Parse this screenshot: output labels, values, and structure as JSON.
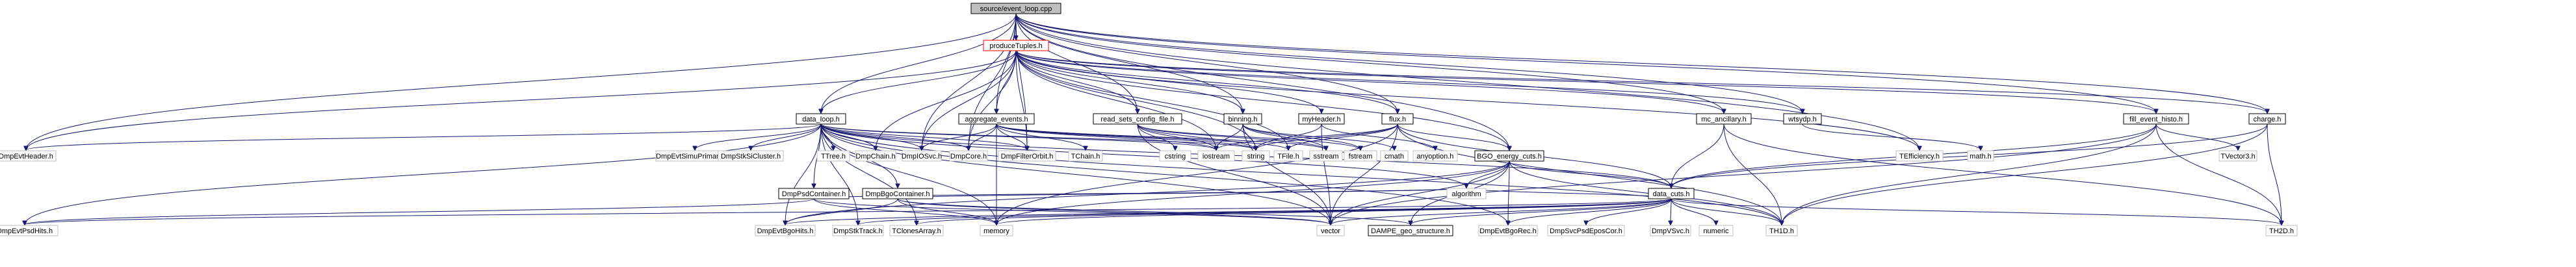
{
  "graph": {
    "root": "root",
    "nodes": [
      {
        "id": "root",
        "label": "source/event_loop.cpp",
        "style": "root"
      },
      {
        "id": "produceTuples",
        "label": "produceTuples.h",
        "style": "red"
      },
      {
        "id": "data_loop",
        "label": "data_loop.h"
      },
      {
        "id": "aggregate",
        "label": "aggregate_events.h"
      },
      {
        "id": "read_sets",
        "label": "read_sets_config_file.h"
      },
      {
        "id": "binning",
        "label": "binning.h"
      },
      {
        "id": "myHeader",
        "label": "myHeader.h"
      },
      {
        "id": "flux",
        "label": "flux.h"
      },
      {
        "id": "mc_ancillary",
        "label": "mc_ancillary.h"
      },
      {
        "id": "wtsydp",
        "label": "wtsydp.h"
      },
      {
        "id": "fill_event_histo",
        "label": "fill_event_histo.h"
      },
      {
        "id": "charge",
        "label": "charge.h"
      },
      {
        "id": "bgo_energy_cuts",
        "label": "BGO_energy_cuts.h"
      },
      {
        "id": "data_cuts",
        "label": "data_cuts.h"
      },
      {
        "id": "DmpPsdContainer",
        "label": "DmpPsdContainer.h"
      },
      {
        "id": "DmpBgoContainer",
        "label": "DmpBgoContainer.h"
      },
      {
        "id": "DmpEvtHeader",
        "label": "DmpEvtHeader.h",
        "style": "gray"
      },
      {
        "id": "DmpEvtSimuPrimaries",
        "label": "DmpEvtSimuPrimaries.h",
        "style": "gray"
      },
      {
        "id": "DmpStkSiCluster",
        "label": "DmpStkSiCluster.h",
        "style": "gray"
      },
      {
        "id": "TTree",
        "label": "TTree.h",
        "style": "gray"
      },
      {
        "id": "DmpChain",
        "label": "DmpChain.h",
        "style": "gray"
      },
      {
        "id": "DmpIOSvc",
        "label": "DmpIOSvc.h",
        "style": "gray"
      },
      {
        "id": "DmpCore",
        "label": "DmpCore.h",
        "style": "gray"
      },
      {
        "id": "DmpFilterOrbit",
        "label": "DmpFilterOrbit.h",
        "style": "gray"
      },
      {
        "id": "TChain",
        "label": "TChain.h",
        "style": "gray"
      },
      {
        "id": "cstring",
        "label": "cstring",
        "style": "gray"
      },
      {
        "id": "iostream",
        "label": "iostream",
        "style": "gray"
      },
      {
        "id": "string",
        "label": "string",
        "style": "gray"
      },
      {
        "id": "TFile",
        "label": "TFile.h",
        "style": "gray"
      },
      {
        "id": "sstream",
        "label": "sstream",
        "style": "gray"
      },
      {
        "id": "fstream",
        "label": "fstream",
        "style": "gray"
      },
      {
        "id": "cmath",
        "label": "cmath",
        "style": "gray"
      },
      {
        "id": "anyoption",
        "label": "anyoption.h",
        "style": "gray"
      },
      {
        "id": "TEfficiency",
        "label": "TEfficiency.h",
        "style": "gray"
      },
      {
        "id": "math",
        "label": "math.h",
        "style": "gray"
      },
      {
        "id": "TVector3",
        "label": "TVector3.h",
        "style": "gray"
      },
      {
        "id": "algorithm",
        "label": "algorithm",
        "style": "gray"
      },
      {
        "id": "DmpEvtPsdHits",
        "label": "DmpEvtPsdHits.h",
        "style": "gray"
      },
      {
        "id": "DmpEvtBgoHits",
        "label": "DmpEvtBgoHits.h",
        "style": "gray"
      },
      {
        "id": "DmpStkTrack",
        "label": "DmpStkTrack.h",
        "style": "gray"
      },
      {
        "id": "TClonesArray",
        "label": "TClonesArray.h",
        "style": "gray"
      },
      {
        "id": "memory",
        "label": "memory",
        "style": "gray"
      },
      {
        "id": "vector",
        "label": "vector",
        "style": "gray"
      },
      {
        "id": "DAMPE_geo",
        "label": "DAMPE_geo_structure.h"
      },
      {
        "id": "DmpEvtBgoRec",
        "label": "DmpEvtBgoRec.h",
        "style": "gray"
      },
      {
        "id": "DmpSvcPsdEposCor",
        "label": "DmpSvcPsdEposCor.h",
        "style": "gray"
      },
      {
        "id": "DmpVSvc",
        "label": "DmpVSvc.h",
        "style": "gray"
      },
      {
        "id": "numeric",
        "label": "numeric",
        "style": "gray"
      },
      {
        "id": "TH1D",
        "label": "TH1D.h",
        "style": "gray"
      },
      {
        "id": "TH2D",
        "label": "TH2D.h",
        "style": "gray"
      }
    ],
    "edges": [
      [
        "root",
        "produceTuples"
      ],
      [
        "root",
        "data_loop"
      ],
      [
        "root",
        "read_sets"
      ],
      [
        "root",
        "binning"
      ],
      [
        "root",
        "flux"
      ],
      [
        "root",
        "mc_ancillary"
      ],
      [
        "root",
        "wtsydp"
      ],
      [
        "root",
        "fill_event_histo"
      ],
      [
        "root",
        "charge"
      ],
      [
        "root",
        "bgo_energy_cuts"
      ],
      [
        "root",
        "DmpEvtHeader"
      ],
      [
        "root",
        "DmpIOSvc"
      ],
      [
        "root",
        "DmpCore"
      ],
      [
        "root",
        "DmpFilterOrbit"
      ],
      [
        "root",
        "TEfficiency"
      ],
      [
        "root",
        "aggregate"
      ],
      [
        "produceTuples",
        "data_loop"
      ],
      [
        "produceTuples",
        "aggregate"
      ],
      [
        "produceTuples",
        "read_sets"
      ],
      [
        "produceTuples",
        "binning"
      ],
      [
        "produceTuples",
        "myHeader"
      ],
      [
        "produceTuples",
        "flux"
      ],
      [
        "produceTuples",
        "mc_ancillary"
      ],
      [
        "produceTuples",
        "wtsydp"
      ],
      [
        "produceTuples",
        "fill_event_histo"
      ],
      [
        "produceTuples",
        "charge"
      ],
      [
        "produceTuples",
        "bgo_energy_cuts"
      ],
      [
        "produceTuples",
        "DmpEvtHeader"
      ],
      [
        "produceTuples",
        "DmpChain"
      ],
      [
        "produceTuples",
        "DmpIOSvc"
      ],
      [
        "produceTuples",
        "DmpCore"
      ],
      [
        "produceTuples",
        "DmpFilterOrbit"
      ],
      [
        "produceTuples",
        "TFile"
      ],
      [
        "produceTuples",
        "TEfficiency"
      ],
      [
        "produceTuples",
        "string"
      ],
      [
        "produceTuples",
        "iostream"
      ],
      [
        "data_loop",
        "DmpEvtHeader"
      ],
      [
        "data_loop",
        "DmpEvtSimuPrimaries"
      ],
      [
        "data_loop",
        "DmpStkSiCluster"
      ],
      [
        "data_loop",
        "DmpPsdContainer"
      ],
      [
        "data_loop",
        "DmpBgoContainer"
      ],
      [
        "data_loop",
        "TTree"
      ],
      [
        "data_loop",
        "DmpChain"
      ],
      [
        "data_loop",
        "DmpIOSvc"
      ],
      [
        "data_loop",
        "DmpCore"
      ],
      [
        "data_loop",
        "DmpFilterOrbit"
      ],
      [
        "data_loop",
        "data_cuts"
      ],
      [
        "data_loop",
        "DmpEvtPsdHits"
      ],
      [
        "data_loop",
        "DmpEvtBgoHits"
      ],
      [
        "data_loop",
        "DmpStkTrack"
      ],
      [
        "data_loop",
        "TClonesArray"
      ],
      [
        "data_loop",
        "memory"
      ],
      [
        "data_loop",
        "vector"
      ],
      [
        "data_loop",
        "string"
      ],
      [
        "data_loop",
        "iostream"
      ],
      [
        "data_loop",
        "algorithm"
      ],
      [
        "data_loop",
        "TH1D"
      ],
      [
        "data_loop",
        "DmpEvtBgoRec"
      ],
      [
        "aggregate",
        "DmpIOSvc"
      ],
      [
        "aggregate",
        "DmpCore"
      ],
      [
        "aggregate",
        "DmpFilterOrbit"
      ],
      [
        "aggregate",
        "TChain"
      ],
      [
        "aggregate",
        "memory"
      ],
      [
        "aggregate",
        "string"
      ],
      [
        "aggregate",
        "iostream"
      ],
      [
        "aggregate",
        "TFile"
      ],
      [
        "aggregate",
        "sstream"
      ],
      [
        "read_sets",
        "string"
      ],
      [
        "read_sets",
        "iostream"
      ],
      [
        "read_sets",
        "sstream"
      ],
      [
        "read_sets",
        "fstream"
      ],
      [
        "read_sets",
        "cstring"
      ],
      [
        "read_sets",
        "vector"
      ],
      [
        "binning",
        "string"
      ],
      [
        "binning",
        "iostream"
      ],
      [
        "binning",
        "fstream"
      ],
      [
        "binning",
        "sstream"
      ],
      [
        "binning",
        "cmath"
      ],
      [
        "binning",
        "vector"
      ],
      [
        "myHeader",
        "anyoption"
      ],
      [
        "myHeader",
        "string"
      ],
      [
        "myHeader",
        "vector"
      ],
      [
        "flux",
        "iostream"
      ],
      [
        "flux",
        "string"
      ],
      [
        "flux",
        "TFile"
      ],
      [
        "flux",
        "data_cuts"
      ],
      [
        "flux",
        "bgo_energy_cuts"
      ],
      [
        "flux",
        "vector"
      ],
      [
        "flux",
        "memory"
      ],
      [
        "flux",
        "TH1D"
      ],
      [
        "mc_ancillary",
        "data_cuts"
      ],
      [
        "mc_ancillary",
        "TH1D"
      ],
      [
        "mc_ancillary",
        "TH2D"
      ],
      [
        "wtsydp",
        "math"
      ],
      [
        "fill_event_histo",
        "data_cuts"
      ],
      [
        "fill_event_histo",
        "TVector3"
      ],
      [
        "fill_event_histo",
        "TH1D"
      ],
      [
        "fill_event_histo",
        "TH2D"
      ],
      [
        "fill_event_histo",
        "vector"
      ],
      [
        "charge",
        "data_cuts"
      ],
      [
        "charge",
        "TH1D"
      ],
      [
        "charge",
        "TH2D"
      ],
      [
        "bgo_energy_cuts",
        "data_cuts"
      ],
      [
        "bgo_energy_cuts",
        "algorithm"
      ],
      [
        "bgo_energy_cuts",
        "DAMPE_geo"
      ],
      [
        "bgo_energy_cuts",
        "DmpEvtBgoRec"
      ],
      [
        "bgo_energy_cuts",
        "vector"
      ],
      [
        "bgo_energy_cuts",
        "memory"
      ],
      [
        "bgo_energy_cuts",
        "TH1D"
      ],
      [
        "bgo_energy_cuts",
        "DmpEvtBgoHits"
      ],
      [
        "DmpPsdContainer",
        "DmpEvtPsdHits"
      ],
      [
        "DmpPsdContainer",
        "memory"
      ],
      [
        "DmpPsdContainer",
        "vector"
      ],
      [
        "DmpPsdContainer",
        "algorithm"
      ],
      [
        "DmpBgoContainer",
        "DmpEvtBgoHits"
      ],
      [
        "DmpBgoContainer",
        "memory"
      ],
      [
        "DmpBgoContainer",
        "vector"
      ],
      [
        "DmpBgoContainer",
        "algorithm"
      ],
      [
        "DmpBgoContainer",
        "DAMPE_geo"
      ],
      [
        "data_cuts",
        "DmpEvtPsdHits"
      ],
      [
        "data_cuts",
        "DmpEvtBgoHits"
      ],
      [
        "data_cuts",
        "DmpStkTrack"
      ],
      [
        "data_cuts",
        "TClonesArray"
      ],
      [
        "data_cuts",
        "memory"
      ],
      [
        "data_cuts",
        "vector"
      ],
      [
        "data_cuts",
        "DAMPE_geo"
      ],
      [
        "data_cuts",
        "DmpEvtBgoRec"
      ],
      [
        "data_cuts",
        "DmpSvcPsdEposCor"
      ],
      [
        "data_cuts",
        "DmpVSvc"
      ],
      [
        "data_cuts",
        "numeric"
      ],
      [
        "data_cuts",
        "TH1D"
      ],
      [
        "data_cuts",
        "TH2D"
      ],
      [
        "data_cuts",
        "algorithm"
      ]
    ]
  }
}
